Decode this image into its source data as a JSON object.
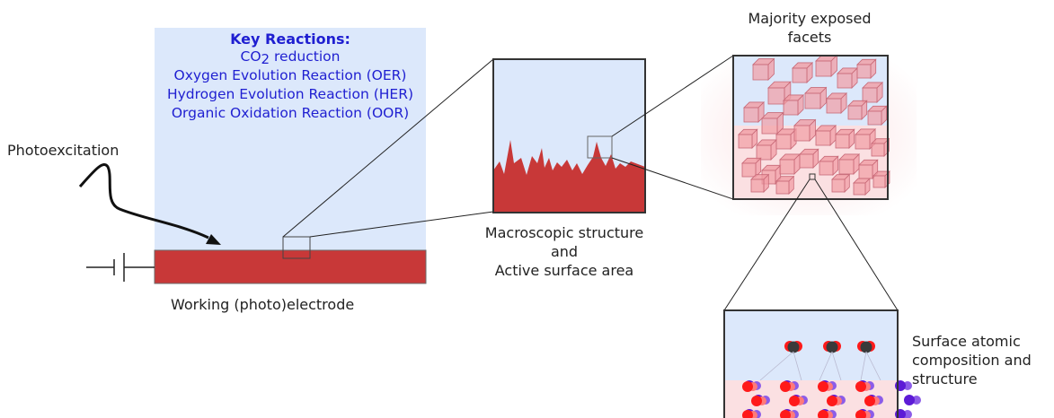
{
  "reactions": {
    "title": "Key Reactions:",
    "items": [
      {
        "pre": "CO",
        "sub": "2",
        "post": " reduction"
      },
      {
        "pre": "Oxygen Evolution Reaction (OER)",
        "sub": "",
        "post": ""
      },
      {
        "pre": "Hydrogen Evolution Reaction (HER)",
        "sub": "",
        "post": ""
      },
      {
        "pre": "Organic Oxidation Reaction (OOR)",
        "sub": "",
        "post": ""
      }
    ]
  },
  "labels": {
    "photoexcitation": "Photoexcitation",
    "working_electrode": "Working (photo)electrode",
    "macro_line1": "Macroscopic structure",
    "macro_line2": "and",
    "macro_line3": "Active surface area",
    "facets_line1": "Majority exposed",
    "facets_line2": "facets",
    "surface_line1": "Surface atomic",
    "surface_line2": "composition and",
    "surface_line3": "structure"
  },
  "colors": {
    "electrolyte": "#dce8fb",
    "electrode": "#c83838",
    "reaction_text": "#1f1fd1",
    "crystal_fill": "#f19ca4",
    "surface_pink": "#fbe0e2",
    "atom_purple": "#5d1bd6",
    "atom_red": "#ff1a1a"
  }
}
